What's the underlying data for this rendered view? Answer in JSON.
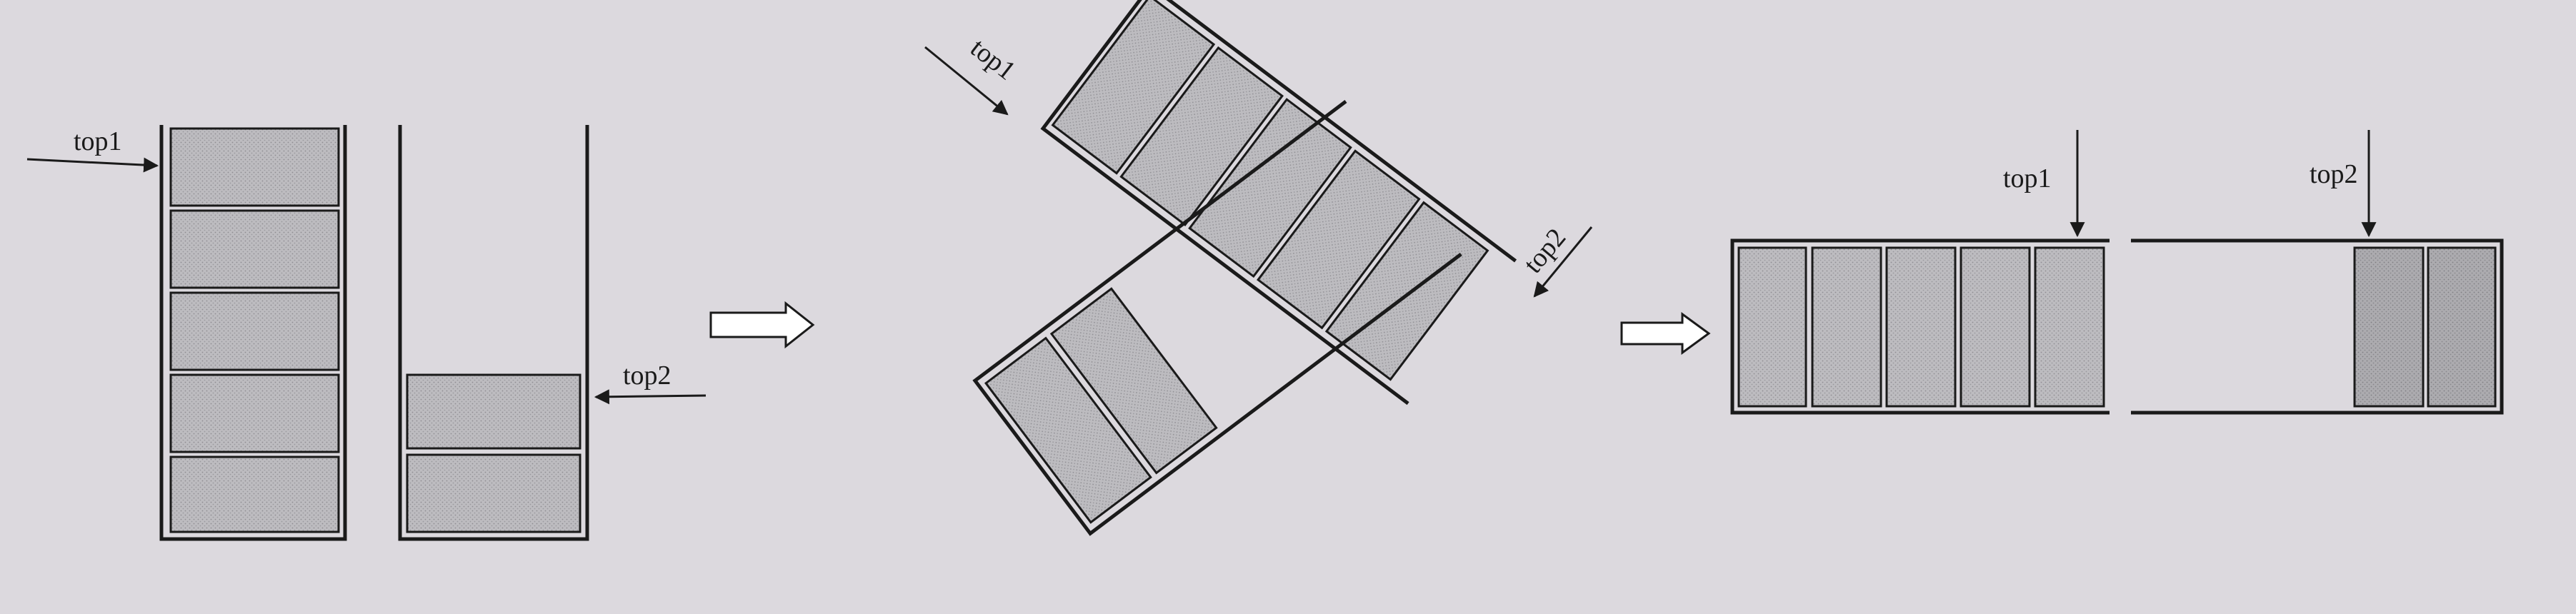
{
  "labels": {
    "top1": "top1",
    "top2": "top2"
  },
  "colors": {
    "background": "#dcd9de",
    "ink": "#1a1a1a",
    "cell_fill": "#b9b8bc",
    "cell_fill_dark": "#a7a6aa",
    "arrow_fill": "#ffffff"
  },
  "stacks": {
    "stack1_elements": 5,
    "stack2_elements": 2,
    "shared_array_slots": 10
  }
}
